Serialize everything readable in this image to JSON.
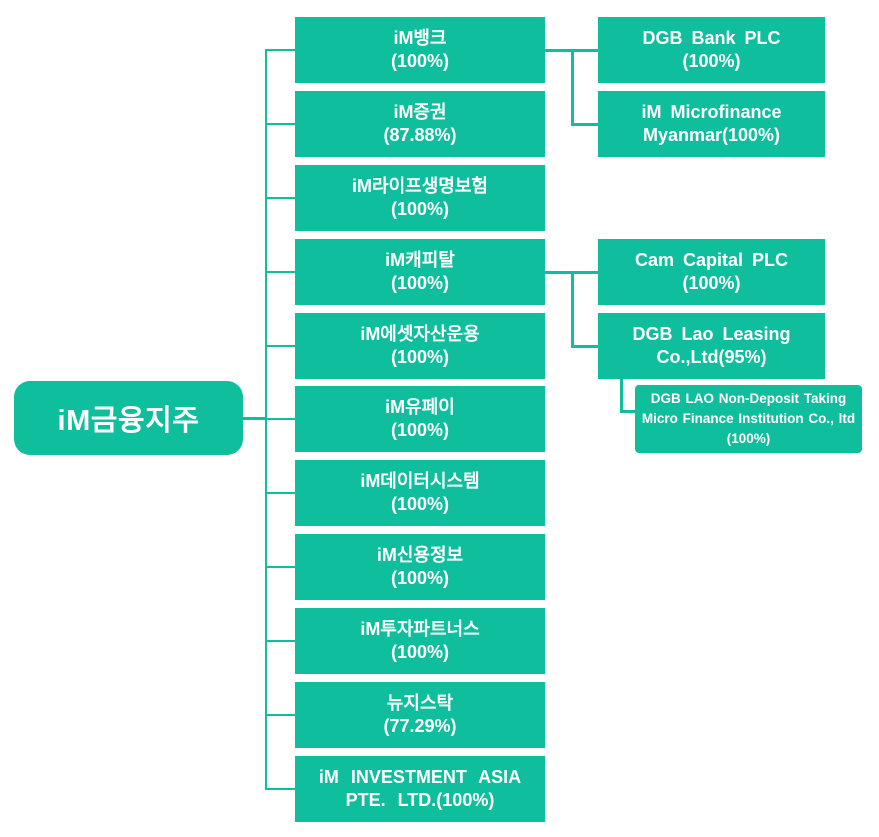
{
  "colors": {
    "box_teal": "#0FBE9D",
    "text": "#FFFFFF",
    "connector": "#0FBE9D",
    "background": "#FFFFFF"
  },
  "root": {
    "name": "iM금융지주"
  },
  "subsidiaries": [
    {
      "line1": "iM뱅크",
      "line2": "(100%)"
    },
    {
      "line1": "iM증권",
      "line2": "(87.88%)"
    },
    {
      "line1": "iM라이프생명보험",
      "line2": "(100%)"
    },
    {
      "line1": "iM캐피탈",
      "line2": "(100%)"
    },
    {
      "line1": "iM에셋자산운용",
      "line2": "(100%)"
    },
    {
      "line1": "iM유페이",
      "line2": "(100%)"
    },
    {
      "line1": "iM데이터시스템",
      "line2": "(100%)"
    },
    {
      "line1": "iM신용정보",
      "line2": "(100%)"
    },
    {
      "line1": "iM투자파트너스",
      "line2": "(100%)"
    },
    {
      "line1": "뉴지스탁",
      "line2": "(77.29%)"
    },
    {
      "line1": "iM INVESTMENT ASIA",
      "line2": "PTE. LTD.(100%)"
    }
  ],
  "bank_subsidiaries": [
    {
      "line1": "DGB Bank PLC",
      "line2": "(100%)"
    },
    {
      "line1": "iM Microfinance",
      "line2": "Myanmar(100%)"
    }
  ],
  "capital_subsidiaries": [
    {
      "line1": "Cam Capital PLC",
      "line2": "(100%)"
    },
    {
      "line1": "DGB Lao Leasing",
      "line2": "Co.,Ltd(95%)"
    }
  ],
  "lao_subsidiary": {
    "line1": "DGB LAO Non-Deposit Taking",
    "line2": "Micro Finance Institution Co., ltd",
    "line3": "(100%)"
  }
}
